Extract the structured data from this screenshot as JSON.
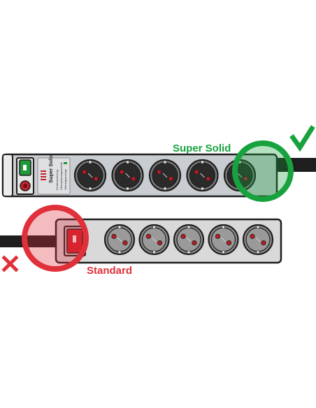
{
  "labels": {
    "super_solid": "Super Solid",
    "standard": "Standard"
  },
  "top_strip": {
    "name": "Super Solid",
    "fine_print": [
      "Kindersicherung",
      "Überspannungsschutz",
      "Störungsanzeige"
    ],
    "outlet_count": 5,
    "switch_color": "#1f9a3a"
  },
  "bottom_strip": {
    "outlet_count": 5,
    "switch_color": "#d4202a"
  },
  "marks": {
    "check": "check-icon",
    "cross": "cross-icon"
  },
  "colors": {
    "good": "#18a23e",
    "bad": "#e0303a",
    "strip_top": "#c9ccd0",
    "strip_bottom": "#d9d9da",
    "outline": "#1e1e1e"
  }
}
